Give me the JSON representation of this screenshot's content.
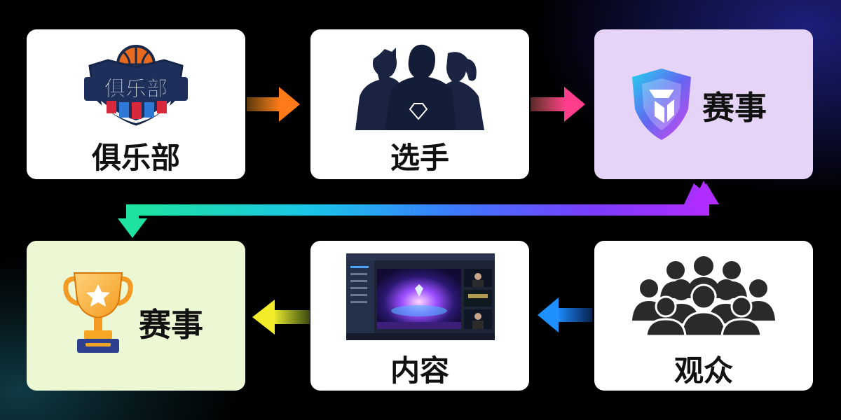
{
  "nodes": {
    "club": {
      "label": "俱乐部",
      "badge_text": "俱乐部"
    },
    "players": {
      "label": "选手"
    },
    "event": {
      "label": "赛事"
    },
    "trophy": {
      "label": "赛事"
    },
    "content": {
      "label": "内容"
    },
    "audience": {
      "label": "观众"
    }
  },
  "edges": [
    {
      "from": "club",
      "to": "players",
      "direction": "right"
    },
    {
      "from": "players",
      "to": "event",
      "direction": "right"
    },
    {
      "from": "event",
      "to": "trophy",
      "direction": "loop-back"
    },
    {
      "from": "audience",
      "to": "content",
      "direction": "left"
    },
    {
      "from": "content",
      "to": "trophy",
      "direction": "left"
    }
  ],
  "colors": {
    "card_white": "#ffffff",
    "card_event": "#e5d4f7",
    "card_trophy": "#ecf8d4",
    "arrow_orange": "#ff8a1f",
    "arrow_pink": "#ff4e86",
    "arrow_blue": "#1e90ff",
    "arrow_yellow": "#e6f028",
    "arrow_loop_start": "#22e39b",
    "arrow_loop_end": "#a52cff"
  }
}
